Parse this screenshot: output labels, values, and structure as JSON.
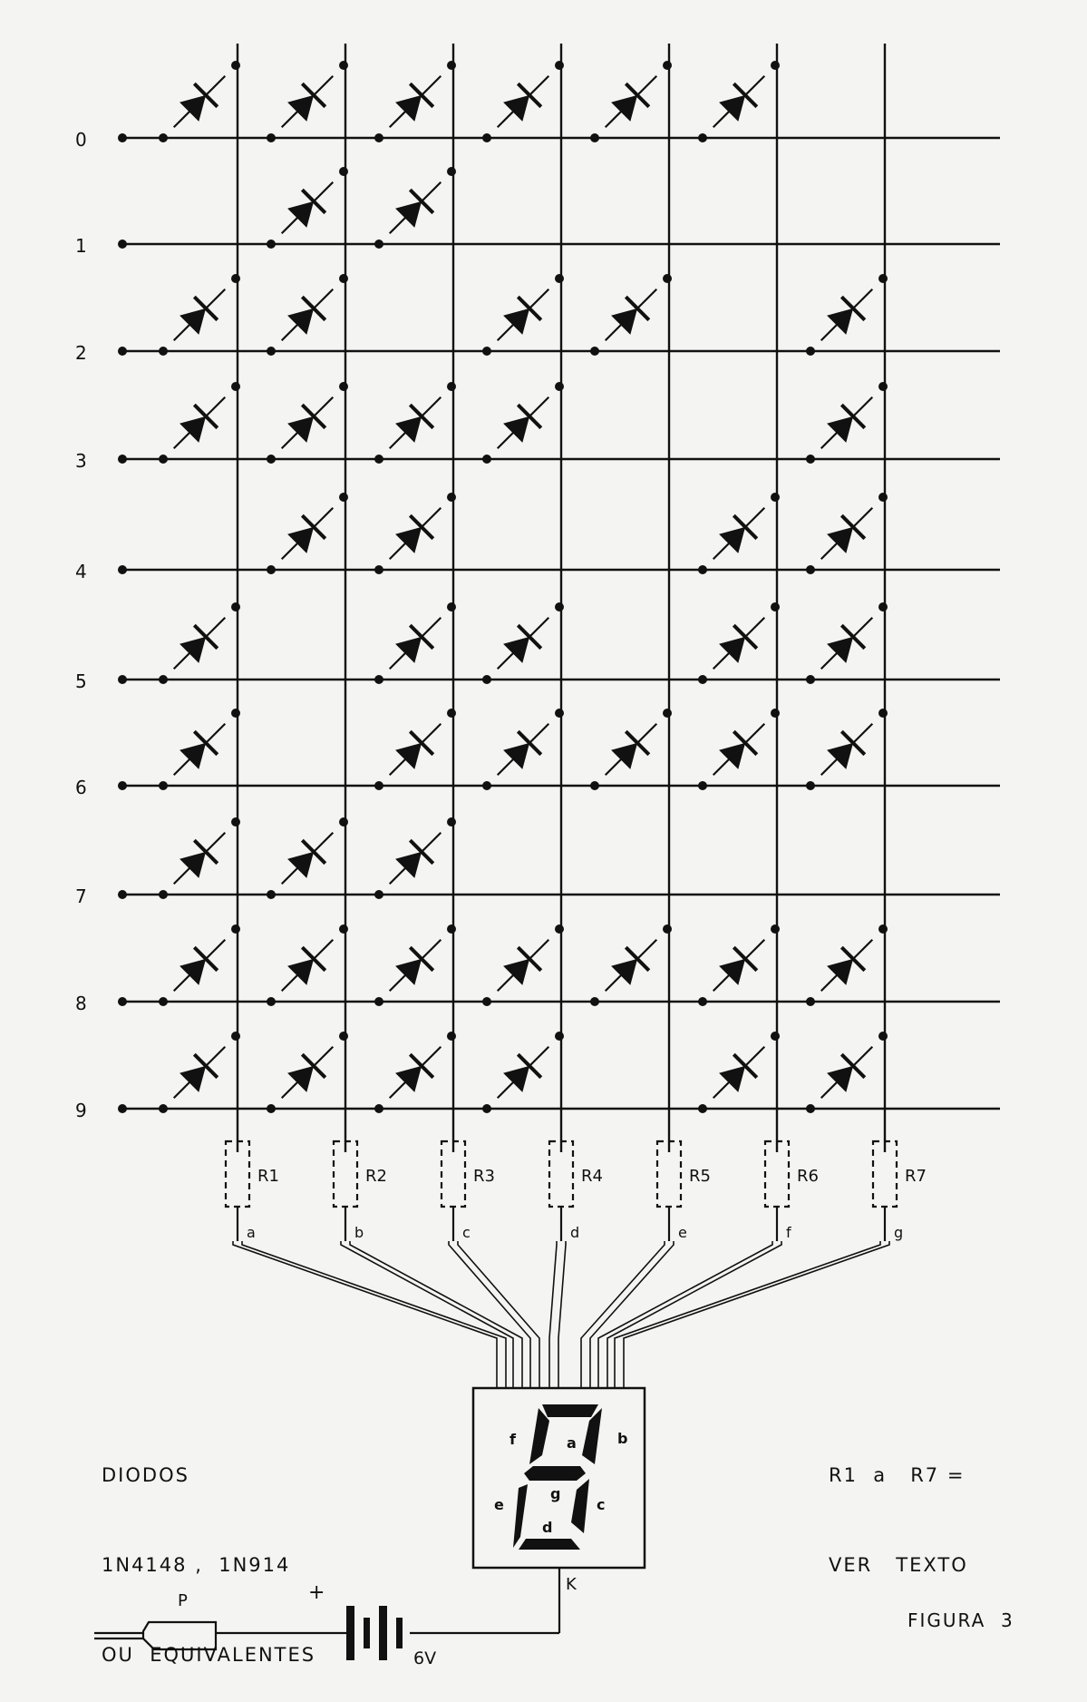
{
  "rows": [
    "0",
    "1",
    "2",
    "3",
    "4",
    "5",
    "6",
    "7",
    "8",
    "9"
  ],
  "segments": [
    "a",
    "b",
    "c",
    "d",
    "e",
    "f",
    "g"
  ],
  "resistors": [
    "R1",
    "R2",
    "R3",
    "R4",
    "R5",
    "R6",
    "R7"
  ],
  "diode_matrix": [
    [
      1,
      1,
      1,
      1,
      1,
      1,
      0
    ],
    [
      0,
      1,
      1,
      0,
      0,
      0,
      0
    ],
    [
      1,
      1,
      0,
      1,
      1,
      0,
      1
    ],
    [
      1,
      1,
      1,
      1,
      0,
      0,
      1
    ],
    [
      0,
      1,
      1,
      0,
      0,
      1,
      1
    ],
    [
      1,
      0,
      1,
      1,
      0,
      1,
      1
    ],
    [
      1,
      0,
      1,
      1,
      1,
      1,
      1
    ],
    [
      1,
      1,
      1,
      0,
      0,
      0,
      0
    ],
    [
      1,
      1,
      1,
      1,
      1,
      1,
      1
    ],
    [
      1,
      1,
      1,
      1,
      0,
      1,
      1
    ]
  ],
  "display_segment_labels": [
    "a",
    "b",
    "c",
    "d",
    "e",
    "f",
    "g"
  ],
  "cathode_label": "K",
  "switch_label": "P",
  "battery_plus": "+",
  "battery_voltage": "6V",
  "notes": {
    "diodes_line1": "DIODOS",
    "diodes_line2": "1N4148 ,  1N914",
    "diodes_line3": "OU  EQUIVALENTES",
    "resistors_line1": "R1  a   R7 =",
    "resistors_line2": "VER   TEXTO",
    "figure": "FIGURA  3"
  }
}
